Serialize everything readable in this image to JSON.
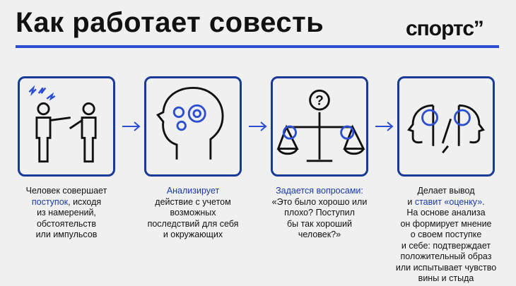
{
  "header": {
    "title": "Как работает совесть",
    "logo": "спортс’’"
  },
  "colors": {
    "accent": "#2b4fd0",
    "border": "#1a3a9a"
  },
  "steps": [
    {
      "icon": "people-conflict-icon",
      "hl": "поступок",
      "lines": [
        "Человек совершает",
        "поступок",
        ", исходя",
        "из намерений,",
        "обстоятельств",
        "или импульсов"
      ]
    },
    {
      "icon": "head-gears-icon",
      "lines": [
        "Анализирует",
        "действие с учетом",
        "возможных",
        "последствий для себя",
        "и окружающих"
      ]
    },
    {
      "icon": "scales-question-icon",
      "lines": [
        "Задается вопросами:",
        "«Это было хорошо или",
        "плохо? Поступил",
        "бы так хороший",
        "человек?»"
      ]
    },
    {
      "icon": "faces-judgement-icon",
      "lines": [
        "Делает вывод",
        "и ",
        "ставит «оценку»",
        ".",
        "На основе анализа",
        "он формирует мнение",
        "о своем поступке",
        "и себе: подтверждает",
        "положительный образ",
        "или испытывает чувство",
        "вины и стыда"
      ]
    }
  ],
  "question_mark": "?"
}
